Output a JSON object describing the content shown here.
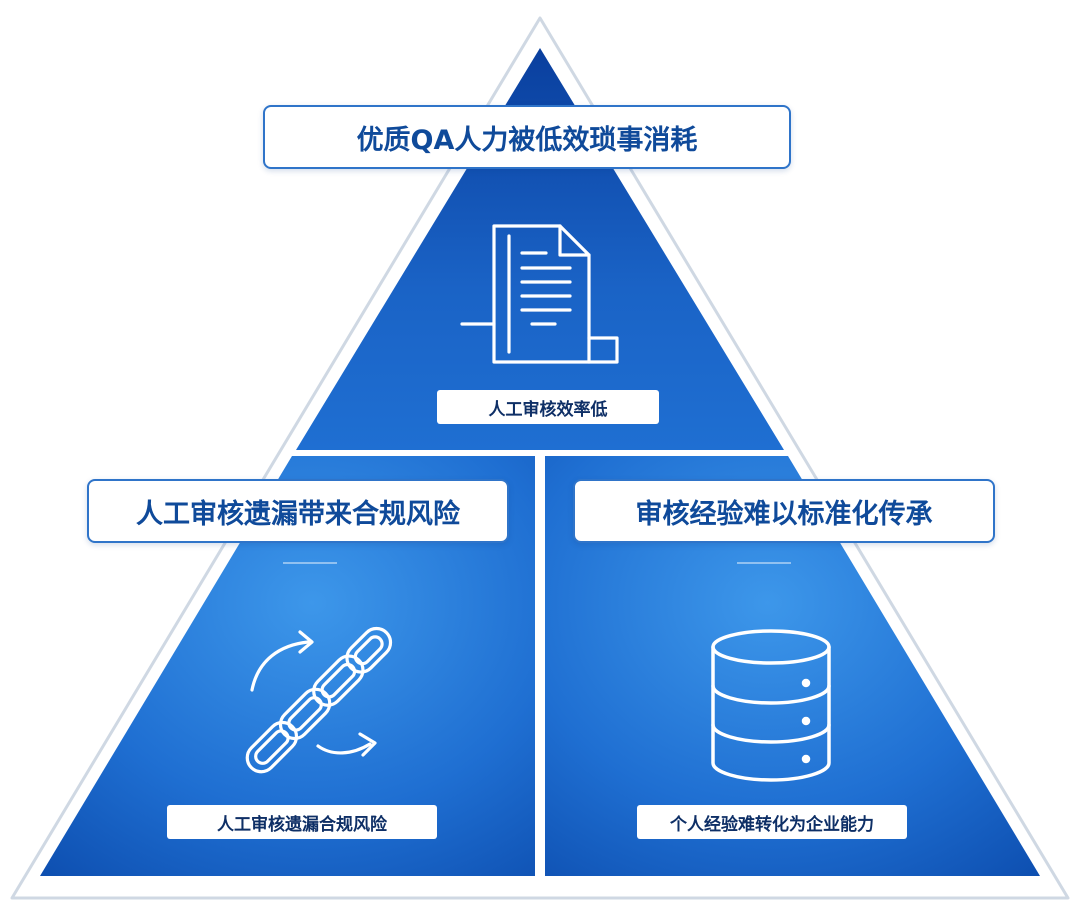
{
  "top": {
    "title": "优质QA人力被低效琐事消耗",
    "tag": "人工审核效率低",
    "icon": "document-icon"
  },
  "bottom_left": {
    "title": "人工审核遗漏带来合规风险",
    "tag": "人工审核遗漏合规风险",
    "icon": "broken-chain-icon"
  },
  "bottom_right": {
    "title": "审核经验难以标准化传承",
    "tag": "个人经验难转化为企业能力",
    "icon": "database-icon"
  },
  "colors": {
    "triangle_light": "#2f88e0",
    "triangle_dark": "#0d4fb5",
    "outline": "#c9d3df",
    "text": "#0f4a9a"
  }
}
